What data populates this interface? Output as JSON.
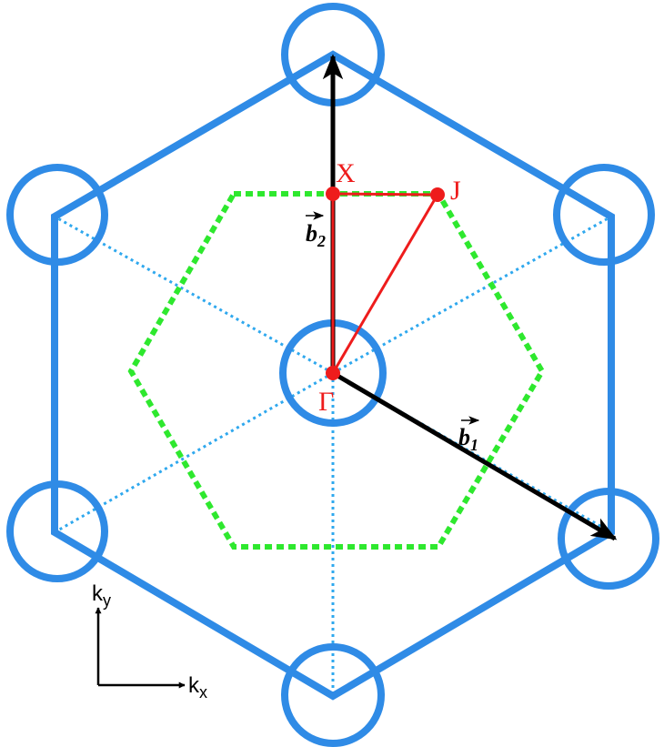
{
  "colors": {
    "lattice": "#2f8be6",
    "dotted_lines": "#2fa8ee",
    "inner_hexagon": "#2ee82e",
    "path": "#ee1c1c",
    "vectors": "#000000",
    "axes": "#000000"
  },
  "labels": {
    "gamma": "Γ",
    "x_point": "X",
    "j_point": "J",
    "b1_base": "b",
    "b1_sub": "1",
    "b2_base": "b",
    "b2_sub": "2",
    "ky_base": "k",
    "ky_sub": "y",
    "kx_base": "k",
    "kx_sub": "x"
  }
}
